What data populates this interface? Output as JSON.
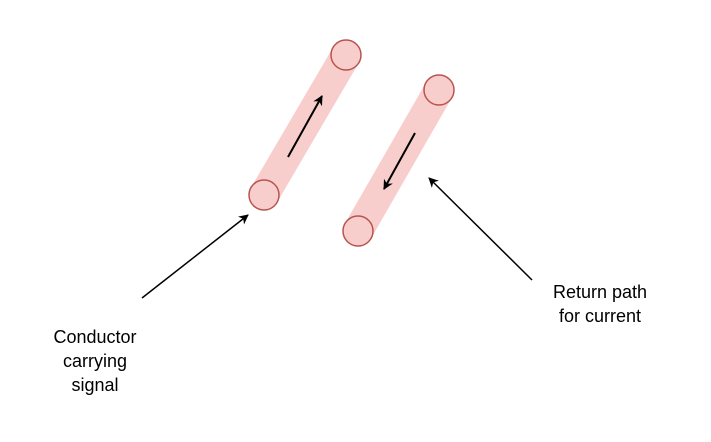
{
  "colors": {
    "conductor_fill": "#f8cecc",
    "conductor_stroke": "#b85450",
    "arrow": "#000000",
    "text": "#000000"
  },
  "labels": {
    "conductor": [
      "Conductor",
      "carrying",
      "signal"
    ],
    "return_path": [
      "Return path",
      "for current"
    ]
  }
}
